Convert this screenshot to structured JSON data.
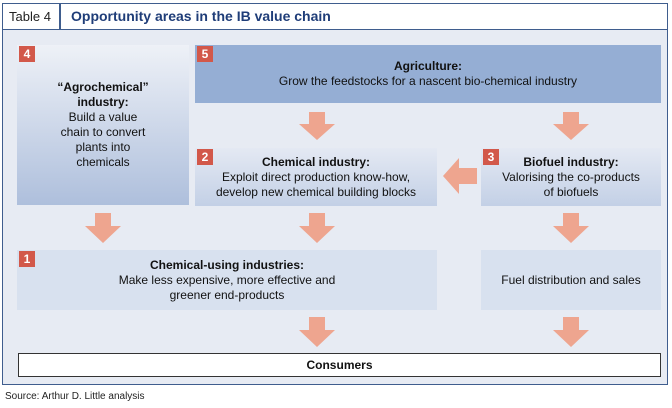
{
  "header": {
    "table_label": "Table 4",
    "title": "Opportunity areas in the IB value chain"
  },
  "boxes": {
    "agrochemical": {
      "number": "4",
      "line1": "“Agrochemical”",
      "line2": "industry:",
      "line3": "Build a value",
      "line4": "chain to convert",
      "line5": "plants into",
      "line6": "chemicals"
    },
    "agriculture": {
      "number": "5",
      "title": "Agriculture:",
      "text": "Grow the feedstocks for a nascent bio-chemical industry"
    },
    "chemical": {
      "number": "2",
      "title": "Chemical industry:",
      "line1": "Exploit direct production know-how,",
      "line2": "develop new chemical building blocks"
    },
    "biofuel": {
      "number": "3",
      "title": "Biofuel industry:",
      "line1": "Valorising the co-products",
      "line2": "of biofuels"
    },
    "chemical_using": {
      "number": "1",
      "title": "Chemical-using industries:",
      "line1": "Make less expensive, more effective and",
      "line2": "greener end-products"
    },
    "fuel": {
      "text": "Fuel distribution and sales"
    },
    "consumers": {
      "text": "Consumers"
    }
  },
  "colors": {
    "border": "#3f5d8e",
    "title": "#1f3d78",
    "badge": "#d2584a",
    "arrow": "#eea58f",
    "panel": "#e7ebf3"
  },
  "source": "Source: Arthur D. Little analysis"
}
